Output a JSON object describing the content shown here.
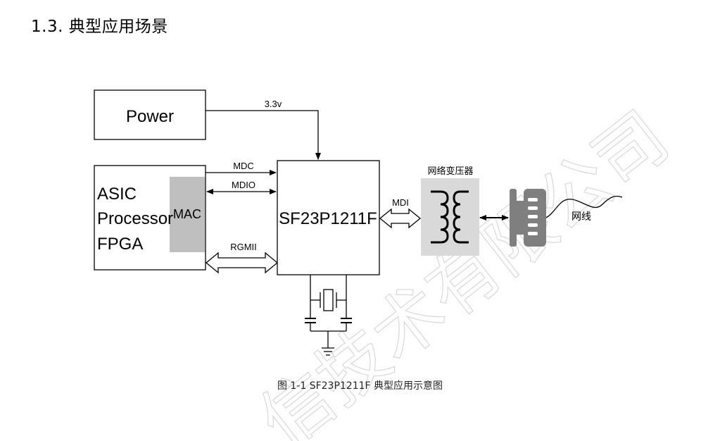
{
  "section": {
    "title": "1.3. 典型应用场景"
  },
  "diagram": {
    "power_block": {
      "label": "Power"
    },
    "voltage_label": "3.3v",
    "host_block": {
      "lines": [
        "ASIC",
        "Processor",
        "FPGA"
      ],
      "mac_label": "MAC"
    },
    "signals": {
      "mdc": "MDC",
      "mdio": "MDIO",
      "rgmii": "RGMII",
      "mdi": "MDI"
    },
    "phy_chip": {
      "label": "SF23P1211F"
    },
    "transformer": {
      "label": "网络变压器"
    },
    "cable": {
      "label": "网线"
    },
    "watermark": "信技术有限公司",
    "colors": {
      "mac_fill": "#bfbfbf",
      "transformer_fill": "#d9d9d9",
      "rj45_fill": "#7f7f7f",
      "line": "#000000"
    }
  },
  "caption": "图 1-1 SF23P1211F 典型应用示意图"
}
